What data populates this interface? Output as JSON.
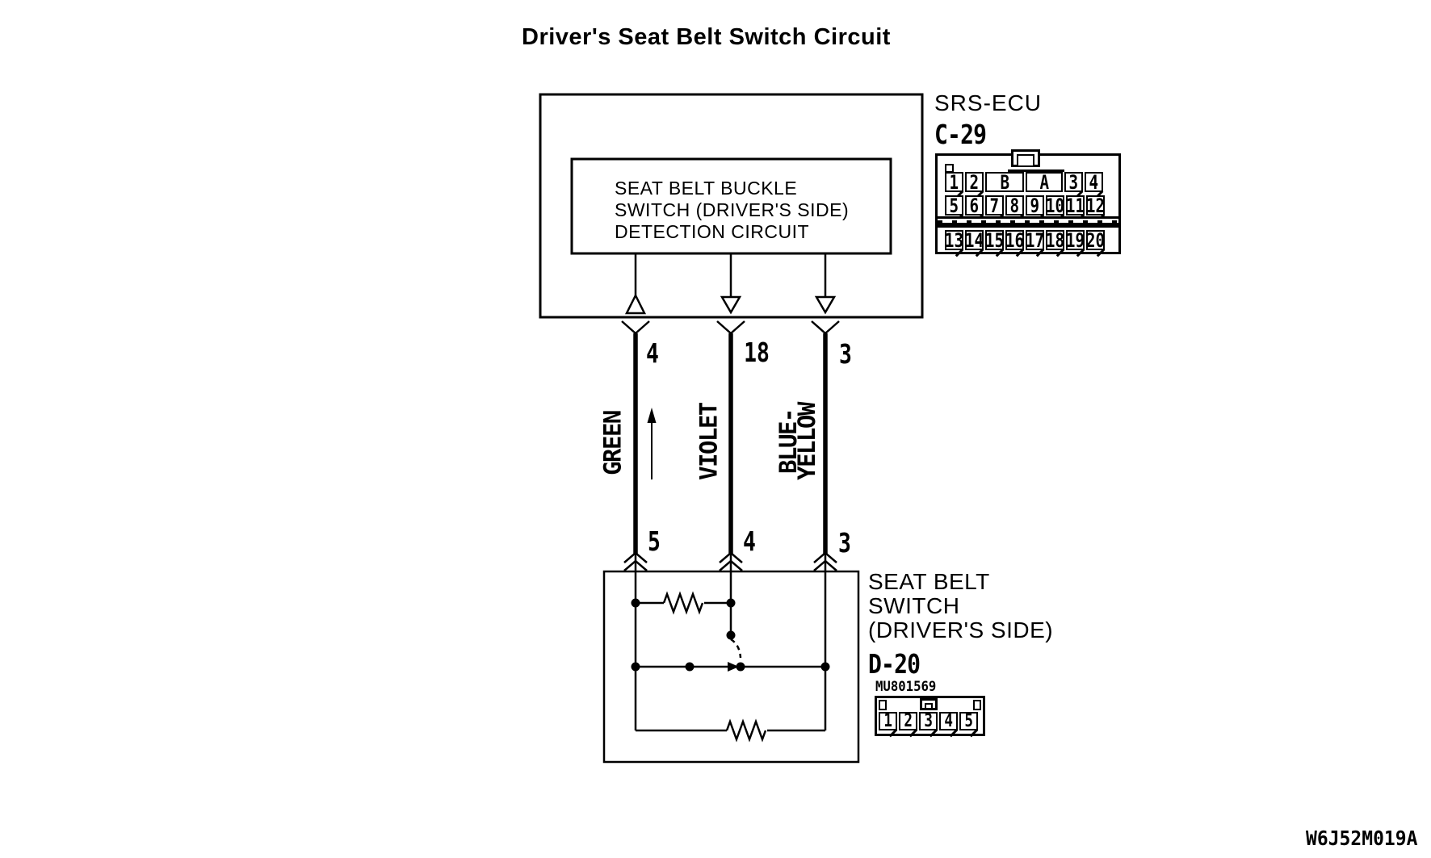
{
  "title": "Driver's Seat Belt Switch Circuit",
  "figure_code": "W6J52M019A",
  "ecu": {
    "name": "SRS-ECU",
    "connector_id": "C-29",
    "detection_label_line1": "SEAT BELT BUCKLE",
    "detection_label_line2": "SWITCH (DRIVER'S SIDE)",
    "detection_label_line3": "DETECTION CIRCUIT"
  },
  "c29_connector": {
    "row1": [
      "1",
      "2",
      "B",
      "A",
      "3",
      "4"
    ],
    "row2": [
      "5",
      "6",
      "7",
      "8",
      "9",
      "10",
      "11",
      "12"
    ],
    "row3": [
      "13",
      "14",
      "15",
      "16",
      "17",
      "18",
      "19",
      "20"
    ]
  },
  "wires": [
    {
      "color": "GREEN",
      "ecu_terminal": "4",
      "switch_terminal": "5"
    },
    {
      "color": "VIOLET",
      "ecu_terminal": "18",
      "switch_terminal": "4"
    },
    {
      "color_line1": "BLUE-",
      "color_line2": "YELLOW",
      "ecu_terminal": "3",
      "switch_terminal": "3"
    }
  ],
  "switch": {
    "label_line1": "SEAT BELT",
    "label_line2": "SWITCH",
    "label_line3": "(DRIVER'S SIDE)",
    "connector_id": "D-20",
    "part_code": "MU801569",
    "pins": [
      "1",
      "2",
      "3",
      "4",
      "5"
    ]
  }
}
